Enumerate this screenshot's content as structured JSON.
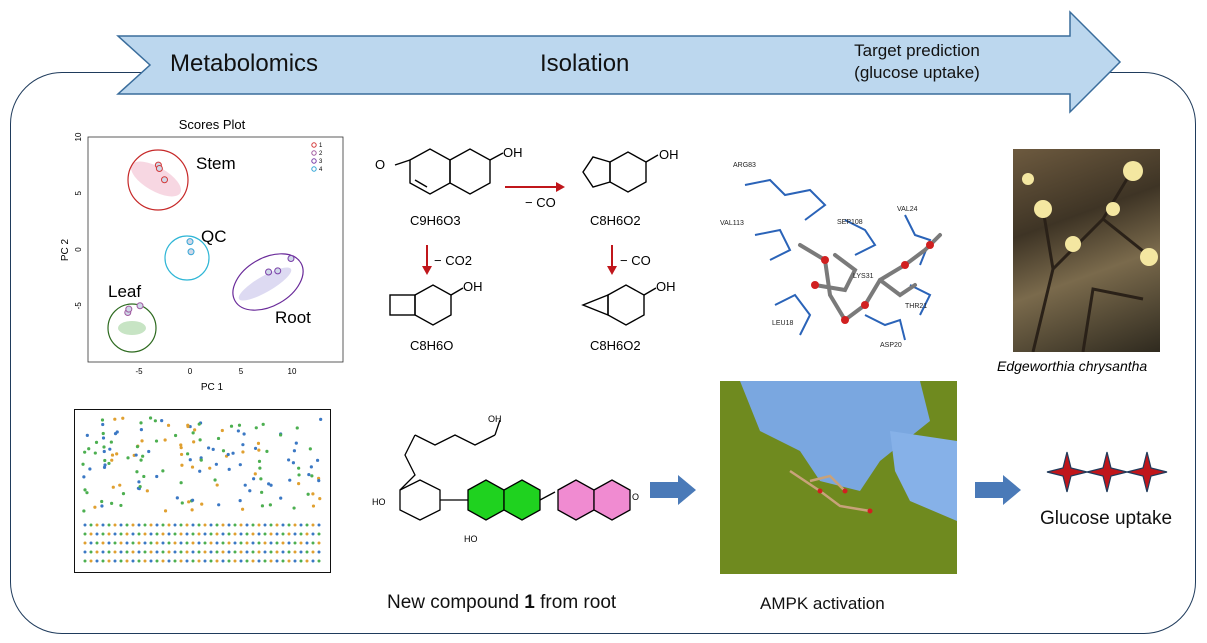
{
  "workflow": {
    "step1": "Metabolomics",
    "step2": "Isolation",
    "step3_line1": "Target prediction",
    "step3_line2": "(glucose uptake)"
  },
  "scores_plot": {
    "title": "Scores Plot",
    "xlabel": "PC 1",
    "ylabel": "PC 2",
    "x_ticks": [
      "-5",
      "0",
      "5",
      "10"
    ],
    "y_ticks": [
      "10",
      "5",
      "0",
      "-5"
    ],
    "legend": [
      "1",
      "2",
      "3",
      "4"
    ],
    "legend_colors": [
      "#d43a3a",
      "#a05aa0",
      "#7a3fa8",
      "#33a6d6"
    ],
    "groups": [
      "Stem",
      "QC",
      "Root",
      "Leaf"
    ]
  },
  "chart_data": {
    "type": "scatter",
    "title": "Scores Plot",
    "xlabel": "PC 1",
    "ylabel": "PC 2",
    "xlim": [
      -10,
      15
    ],
    "ylim": [
      -10,
      10
    ],
    "series": [
      {
        "name": "1",
        "x": [
          -3.1,
          -3.0,
          -2.5
        ],
        "y": [
          7.5,
          7.2,
          6.2
        ]
      },
      {
        "name": "2",
        "x": [
          -6.1,
          -6.0,
          -4.9
        ],
        "y": [
          -5.6,
          -5.3,
          -5.0
        ]
      },
      {
        "name": "3",
        "x": [
          7.7,
          8.6,
          9.9
        ],
        "y": [
          -2.0,
          -1.9,
          -0.8
        ]
      },
      {
        "name": "4",
        "x": [
          0.0,
          0.1
        ],
        "y": [
          0.7,
          -0.2
        ]
      }
    ],
    "grid": false,
    "legend_position": "top-right"
  },
  "chemistry": {
    "formula1": "C9H6O3",
    "formula2": "C8H6O2",
    "formula3": "C8H6O",
    "formula4": "C8H6O2",
    "loss_co_1": "− CO",
    "loss_co2": "− CO2",
    "loss_co_2": "− CO",
    "oh": "OH",
    "o": "O",
    "oh2": "HO"
  },
  "docking": {
    "residues": [
      "ARG83",
      "VAL113",
      "SEP108",
      "VAL24",
      "LYS31",
      "THR21",
      "LEU18",
      "ASP20"
    ]
  },
  "plant": {
    "species": "Edgeworthia chrysantha"
  },
  "bottom": {
    "compound_caption_pre": "New compound ",
    "compound_caption_num": "1",
    "compound_caption_post": " from root",
    "ampk_caption": "AMPK activation",
    "glucose_caption": "Glucose uptake"
  },
  "colors": {
    "arrow_fill": "#bcd7ee",
    "arrow_stroke": "#3a6d9c",
    "reaction_arrow": "#c0161b",
    "block_arrow": "#4a7ab8",
    "frame": "#1f3b5c",
    "green_ring": "#1fd21f",
    "pink_ring": "#f08bd1",
    "star": "#c0161b"
  }
}
